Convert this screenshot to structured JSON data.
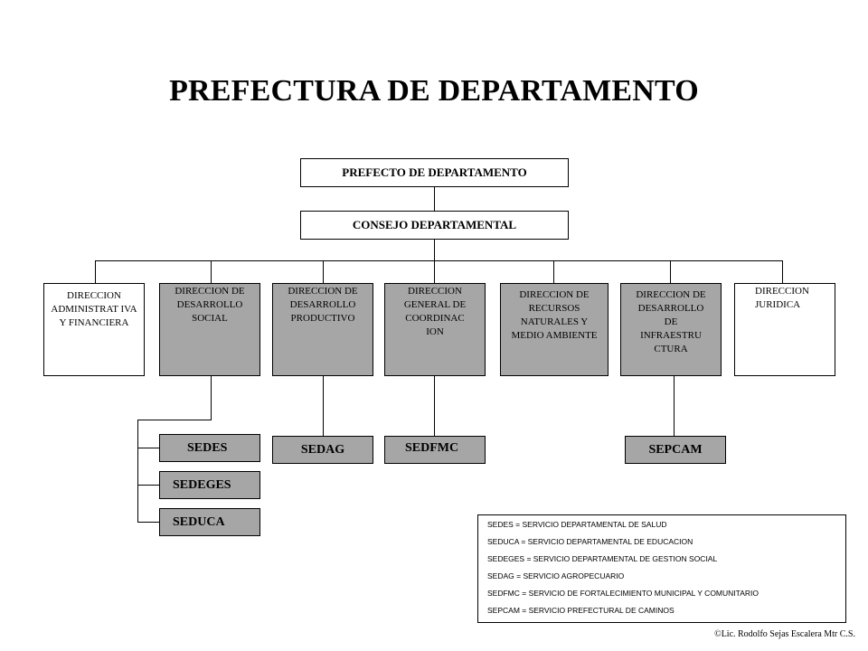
{
  "title": "PREFECTURA DE DEPARTAMENTO",
  "prefecto": "PREFECTO DE DEPARTAMENTO",
  "consejo": "CONSEJO DEPARTAMENTAL",
  "direcciones": [
    {
      "label": "DIRECCION ADMINISTRAT IVA Y FINANCIERA",
      "shaded": false
    },
    {
      "label": "DIRECCION DE DESARROLLO SOCIAL",
      "shaded": true
    },
    {
      "label": "DIRECCION DE DESARROLLO PRODUCTIVO",
      "shaded": true
    },
    {
      "label": "DIRECCION GENERAL DE COORDINAC ION",
      "shaded": true
    },
    {
      "label": "DIRECCION DE RECURSOS NATURALES Y MEDIO AMBIENTE",
      "shaded": true
    },
    {
      "label": "DIRECCION DE DESARROLLO DE INFRAESTRU CTURA",
      "shaded": true
    },
    {
      "label": "DIRECCION JURIDICA",
      "shaded": false
    }
  ],
  "servicios": {
    "sedes": "SEDES",
    "sedeges": "SEDEGES",
    "seduca": "SEDUCA",
    "sedag": "SEDAG",
    "sedfmc": "SEDFMC",
    "sepcam": "SEPCAM"
  },
  "legend": [
    "SEDES = SERVICIO DEPARTAMENTAL DE SALUD",
    "SEDUCA = SERVICIO DEPARTAMENTAL DE EDUCACION",
    "SEDEGES = SERVICIO DEPARTAMENTAL DE GESTION SOCIAL",
    "SEDAG = SERVICIO AGROPECUARIO",
    "SEDFMC = SERVICIO DE FORTALECIMIENTO MUNICIPAL Y COMUNITARIO",
    "SEPCAM = SERVICIO PREFECTURAL DE CAMINOS"
  ],
  "credit": "©Lic. Rodolfo Sejas Escalera Mtr C.S."
}
